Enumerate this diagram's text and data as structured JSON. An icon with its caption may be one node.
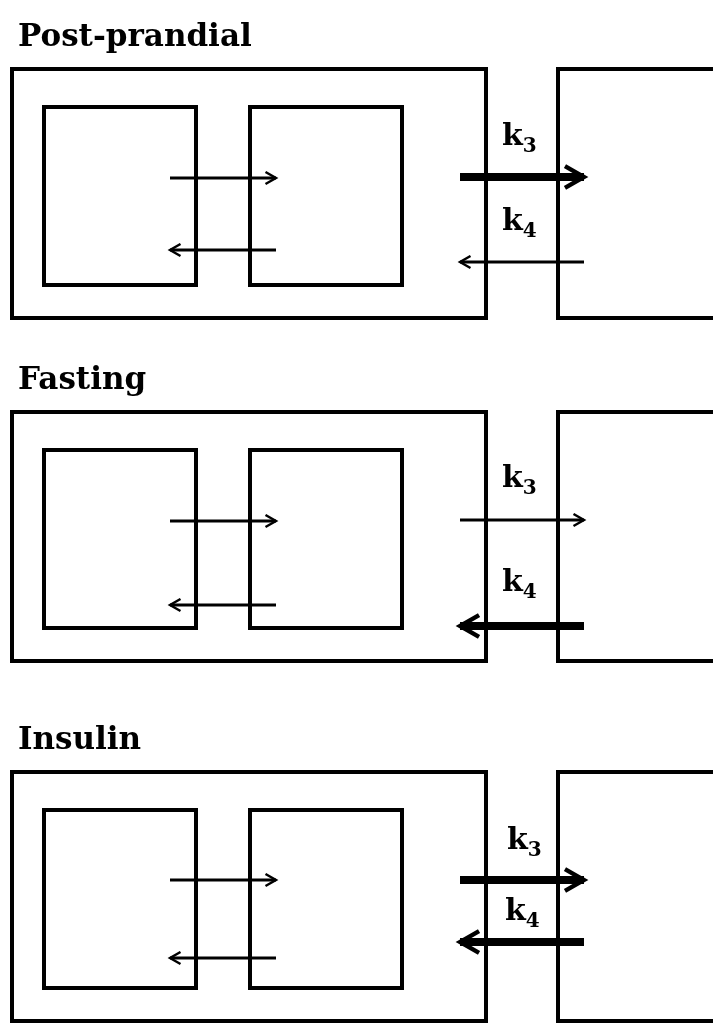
{
  "diagram": {
    "nodes": [
      {
        "text": [
          "Post-prandial"
        ]
      },
      {
        "text": [],
        "shape": "box",
        "in": 0
      },
      {
        "text": [],
        "shape": "box",
        "in": 0
      },
      {
        "text": [],
        "shape": "box"
      },
      {
        "text": [
          "Fasting"
        ]
      },
      {
        "text": [],
        "shape": "box",
        "in": 4
      },
      {
        "text": [],
        "shape": "box",
        "in": 4
      },
      {
        "text": [],
        "shape": "box"
      },
      {
        "text": [
          "Insulin"
        ]
      },
      {
        "text": [],
        "shape": "box",
        "in": 8
      },
      {
        "text": [],
        "shape": "box",
        "in": 8
      },
      {
        "text": [],
        "shape": "box"
      }
    ],
    "edges": [
      {
        "from": 1,
        "to": 2,
        "arrow": "to"
      },
      {
        "from": 2,
        "to": 1,
        "arrow": "to"
      },
      {
        "from": 0,
        "to": 3,
        "arrow": "to",
        "label": "k$_{3}$",
        "style": "thick"
      },
      {
        "from": 3,
        "to": 0,
        "arrow": "to",
        "label": "k$_{4}$"
      },
      {
        "from": 5,
        "to": 6,
        "arrow": "to"
      },
      {
        "from": 6,
        "to": 5,
        "arrow": "to"
      },
      {
        "from": 4,
        "to": 7,
        "arrow": "to",
        "label": "k$_{3}$"
      },
      {
        "from": 7,
        "to": 4,
        "arrow": "to",
        "label": "k$_{4}$",
        "style": "thick"
      },
      {
        "from": 9,
        "to": 10,
        "arrow": "to"
      },
      {
        "from": 10,
        "to": 9,
        "arrow": "to"
      },
      {
        "from": 8,
        "to": 11,
        "arrow": "to",
        "label": "k$_{3}$",
        "style": "thick"
      },
      {
        "from": 11,
        "to": 8,
        "arrow": "to",
        "label": "k$_{4}$",
        "style": "thick"
      }
    ]
  }
}
